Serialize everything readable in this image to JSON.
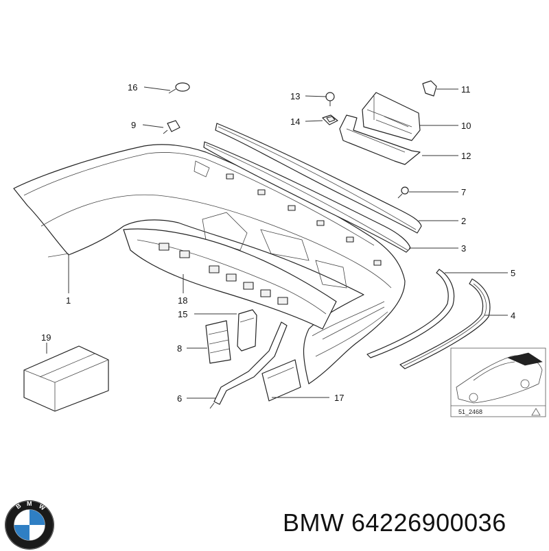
{
  "diagram": {
    "callouts": [
      {
        "id": "1",
        "text": "1"
      },
      {
        "id": "2",
        "text": "2"
      },
      {
        "id": "3",
        "text": "3"
      },
      {
        "id": "4",
        "text": "4"
      },
      {
        "id": "5",
        "text": "5"
      },
      {
        "id": "6",
        "text": "6"
      },
      {
        "id": "7",
        "text": "7"
      },
      {
        "id": "8",
        "text": "8"
      },
      {
        "id": "9",
        "text": "9"
      },
      {
        "id": "10",
        "text": "10"
      },
      {
        "id": "11",
        "text": "11"
      },
      {
        "id": "12",
        "text": "12"
      },
      {
        "id": "13",
        "text": "13"
      },
      {
        "id": "14",
        "text": "14"
      },
      {
        "id": "15",
        "text": "15"
      },
      {
        "id": "16",
        "text": "16"
      },
      {
        "id": "17",
        "text": "17"
      },
      {
        "id": "18",
        "text": "18"
      },
      {
        "id": "19",
        "text": "19"
      }
    ],
    "inset_code": "51_2468"
  },
  "footer": {
    "brand": "BMW",
    "part_number": "64226900036",
    "text": "BMW 64226900036",
    "logo_letters": "BMW",
    "logo_colors": {
      "ring": "#1a1a1a",
      "blue": "#2f7fc4",
      "white": "#ffffff"
    }
  }
}
